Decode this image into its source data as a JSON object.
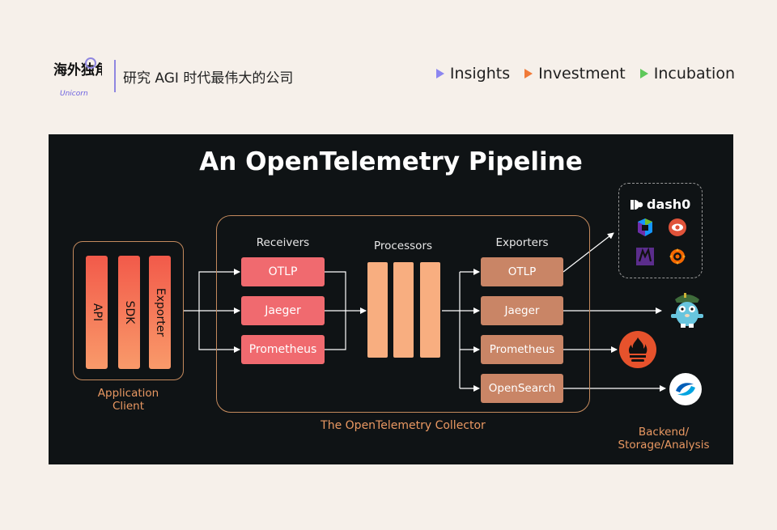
{
  "header": {
    "logo_text": "海外独角兽",
    "logo_sub": "Unicorn",
    "tagline": "研究 AGI 时代最伟大的公司",
    "nav": [
      {
        "label": "Insights",
        "color": "#8c86f0"
      },
      {
        "label": "Investment",
        "color": "#f07a38"
      },
      {
        "label": "Incubation",
        "color": "#5ec85a"
      }
    ]
  },
  "diagram": {
    "title": "An OpenTelemetry Pipeline",
    "app_client": {
      "layers": [
        "API",
        "SDK",
        "Exporter"
      ],
      "label_line1": "Application",
      "label_line2": "Client"
    },
    "collector": {
      "label": "The OpenTelemetry Collector",
      "receivers_title": "Receivers",
      "receivers": [
        "OTLP",
        "Jaeger",
        "Prometheus"
      ],
      "processors_title": "Processors",
      "exporters_title": "Exporters",
      "exporters": [
        "OTLP",
        "Jaeger",
        "Prometheus",
        "OpenSearch"
      ]
    },
    "backend": {
      "label_line1": "Backend/",
      "label_line2": "Storage/Analysis",
      "dash0": "dash0",
      "icons": [
        "dynatrace-icon",
        "eye-icon",
        "jaeger-icon",
        "grafana-icon",
        "gopher-icon",
        "prometheus-icon",
        "opensearch-icon"
      ]
    },
    "colors": {
      "panel": "#0f1315",
      "receiver": "#f06a6f",
      "exporter": "#c98566",
      "processor": "#f8ae80",
      "border": "#c48a5d"
    }
  }
}
